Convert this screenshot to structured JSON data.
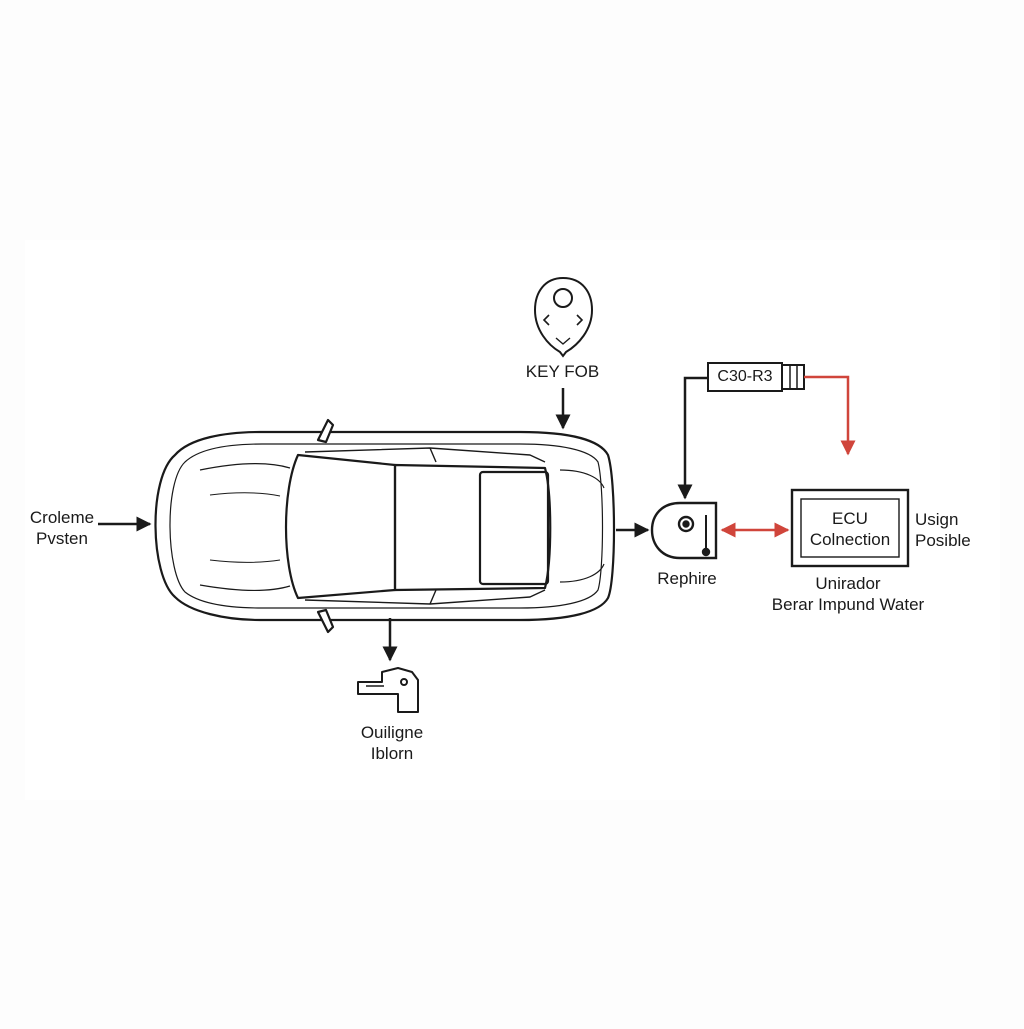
{
  "diagram": {
    "key_fob": {
      "label": "KEY FOB"
    },
    "left_input": {
      "line1": "Croleme",
      "line2": "Pvsten"
    },
    "bottom_component": {
      "line1": "Ouiligne",
      "line2": "Iblorn"
    },
    "connector": {
      "label": "C30-R3"
    },
    "receiver": {
      "label": "Rephire"
    },
    "ecu": {
      "line1": "ECU",
      "line2": "Colnection",
      "side_line1": "Usign",
      "side_line2": "Posible",
      "caption_line1": "Unirador",
      "caption_line2": "Berar Impund Water"
    },
    "colors": {
      "line": "#1a1a1a",
      "accent_arrow": "#d0453b"
    }
  }
}
